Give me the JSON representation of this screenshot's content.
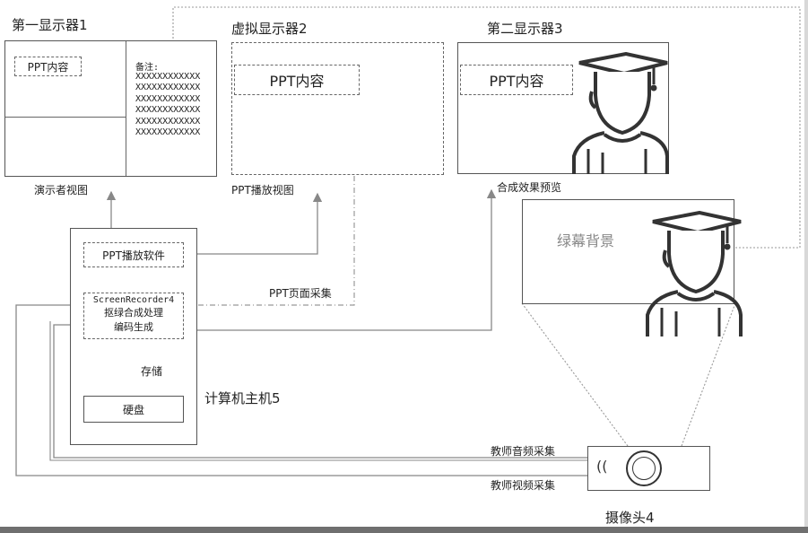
{
  "monitor1": {
    "title": "第一显示器1",
    "ppt_content": "PPT内容",
    "notes_label": "备注:",
    "notes_lines": [
      "XXXXXXXXXXXX",
      "XXXXXXXXXXXX",
      "XXXXXXXXXXXX",
      "XXXXXXXXXXXX",
      "XXXXXXXXXXXX",
      "XXXXXXXXXXXX"
    ],
    "caption": "演示者视图"
  },
  "monitor2": {
    "title": "虚拟显示器2",
    "ppt_content": "PPT内容",
    "caption": "PPT播放视图"
  },
  "monitor3": {
    "title": "第二显示器3",
    "ppt_content": "PPT内容",
    "caption": "合成效果预览"
  },
  "greenscreen": {
    "label": "绿幕背景"
  },
  "host": {
    "software": "PPT播放软件",
    "recorder_name": "ScreenRecorder4",
    "recorder_line2": "抠绿合成处理",
    "recorder_line3": "编码生成",
    "store_label": "存储",
    "disk": "硬盘",
    "caption": "计算机主机5"
  },
  "flows": {
    "page_capture": "PPT页面采集",
    "audio_capture": "教师音频采集",
    "video_capture": "教师视频采集"
  },
  "camera": {
    "caption": "摄像头4"
  }
}
